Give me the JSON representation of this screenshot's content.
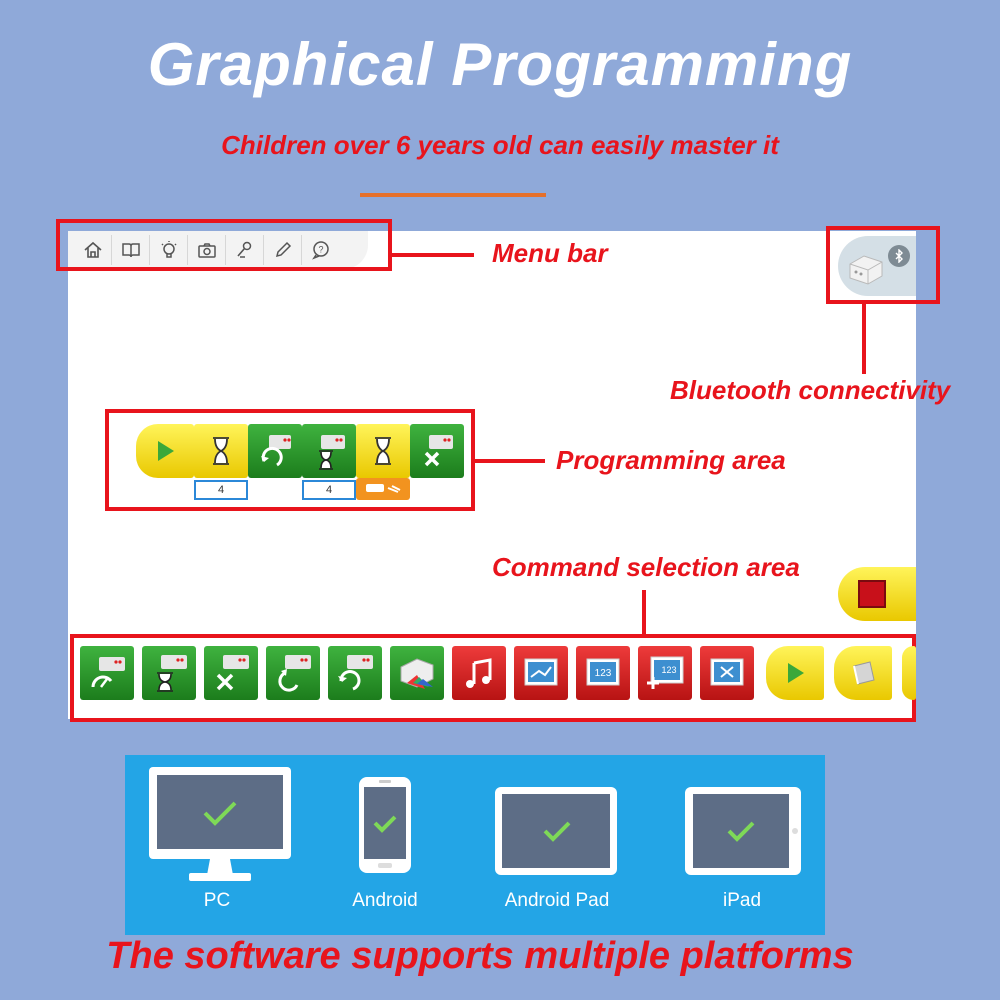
{
  "header": {
    "title": "Graphical Programming",
    "subtitle": "Children over 6 years old can easily master it"
  },
  "annotations": {
    "menu_bar": "Menu bar",
    "bluetooth": "Bluetooth connectivity",
    "programming_area": "Programming area",
    "command_area": "Command selection area"
  },
  "menu_icons": [
    "home-icon",
    "book-icon",
    "lightbulb-icon",
    "camera-icon",
    "microphone-icon",
    "pencil-icon",
    "help-bubble-icon"
  ],
  "bluetooth_widget": {
    "icon": "bluetooth-icon",
    "badge": "ʙ"
  },
  "program": {
    "blocks": [
      {
        "name": "start-block",
        "color": "yellow",
        "icon": "play-icon"
      },
      {
        "name": "wait-block",
        "color": "yellow",
        "icon": "hourglass-icon"
      },
      {
        "name": "motor-rotate-block",
        "color": "green",
        "icon": "rotate-right-icon"
      },
      {
        "name": "motor-time-block",
        "color": "green",
        "icon": "hourglass-icon"
      },
      {
        "name": "wait-block-2",
        "color": "yellow",
        "icon": "hourglass-icon"
      },
      {
        "name": "motor-stop-block",
        "color": "green",
        "icon": "stop-x-icon"
      }
    ],
    "input_1": "4",
    "input_2": "4"
  },
  "palette": [
    {
      "name": "motor-power-block",
      "color": "green",
      "icon": "speed-icon"
    },
    {
      "name": "motor-time-block",
      "color": "green",
      "icon": "hourglass-icon"
    },
    {
      "name": "motor-off-block",
      "color": "green",
      "icon": "stop-x-icon"
    },
    {
      "name": "motor-left-block",
      "color": "green",
      "icon": "rotate-left-icon"
    },
    {
      "name": "motor-right-block",
      "color": "green",
      "icon": "rotate-right-icon"
    },
    {
      "name": "light-block",
      "color": "green",
      "icon": "light-icon"
    },
    {
      "name": "sound-block",
      "color": "red",
      "icon": "music-icon"
    },
    {
      "name": "display-image-block",
      "color": "red",
      "icon": "image-icon"
    },
    {
      "name": "display-number-block",
      "color": "red",
      "icon": "number-icon"
    },
    {
      "name": "add-number-block",
      "color": "red",
      "icon": "add-number-icon"
    },
    {
      "name": "clear-display-block",
      "color": "red",
      "icon": "clear-icon"
    },
    {
      "name": "start-block",
      "color": "yellow",
      "icon": "play-icon"
    },
    {
      "name": "key-block",
      "color": "yellow",
      "icon": "key-icon"
    }
  ],
  "palette_numbers": "123",
  "platforms": [
    {
      "label": "PC",
      "icon": "monitor-icon"
    },
    {
      "label": "Android",
      "icon": "phone-icon"
    },
    {
      "label": "Android Pad",
      "icon": "tablet-icon"
    },
    {
      "label": "iPad",
      "icon": "ipad-icon"
    }
  ],
  "footer": "The software supports multiple platforms",
  "colors": {
    "accent_red": "#e8141c",
    "background": "#8fa9d9",
    "block_green": "#2a9a2a",
    "block_yellow": "#f5dd14",
    "block_red": "#d81f1f",
    "panel_blue": "#23a5e6",
    "check_green": "#7ed957"
  }
}
